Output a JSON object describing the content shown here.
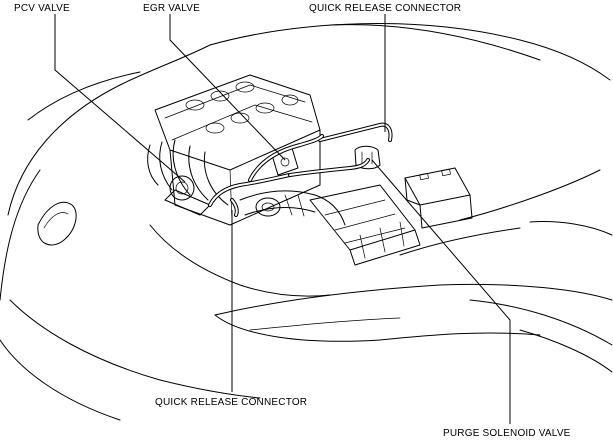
{
  "callouts": {
    "pcv_valve": "PCV VALVE",
    "egr_valve": "EGR VALVE",
    "quick_release_top": "QUICK RELEASE CONNECTOR",
    "quick_release_bottom": "QUICK RELEASE CONNECTOR",
    "purge_solenoid": "PURGE SOLENOID VALVE"
  }
}
